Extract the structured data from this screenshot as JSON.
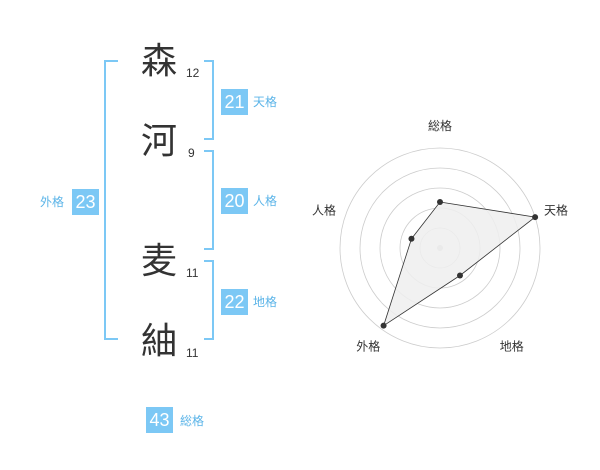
{
  "name": {
    "chars": [
      {
        "char": "森",
        "strokes": "12"
      },
      {
        "char": "河",
        "strokes": "9"
      },
      {
        "char": "麦",
        "strokes": "11"
      },
      {
        "char": "紬",
        "strokes": "11"
      }
    ]
  },
  "scores": {
    "tenkaku": {
      "value": "21",
      "label": "天格"
    },
    "jinkaku": {
      "value": "20",
      "label": "人格"
    },
    "chikaku": {
      "value": "22",
      "label": "地格"
    },
    "gaikaku": {
      "value": "23",
      "label": "外格"
    },
    "soukaku": {
      "value": "43",
      "label": "総格"
    }
  },
  "colors": {
    "accent": "#7cc8f5",
    "accent_text": "#5bb4e8",
    "radar_fill": "#eeeeee",
    "radar_ring": "#cccccc",
    "radar_line": "#333333"
  },
  "chart_data": {
    "type": "radar",
    "axes": [
      "総格",
      "天格",
      "地格",
      "外格",
      "人格"
    ],
    "levels": 5,
    "values": [
      2.3,
      5.0,
      1.7,
      4.8,
      1.5
    ],
    "max": 5
  }
}
